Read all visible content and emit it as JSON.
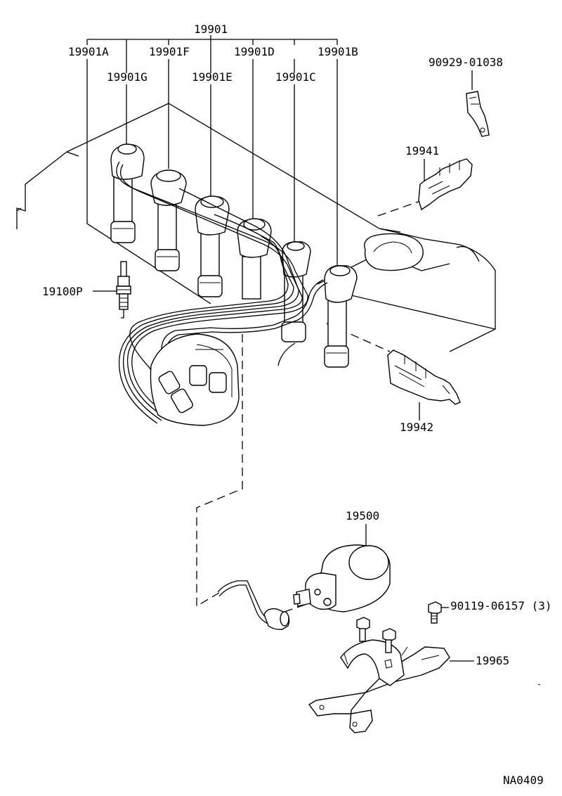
{
  "labels": {
    "main_cord_set": "19901",
    "cord_a": "19901A",
    "cord_b": "19901B",
    "cord_c": "19901C",
    "cord_d": "19901D",
    "cord_e": "19901E",
    "cord_f": "19901F",
    "cord_g": "19901G",
    "clamp_bolt": "90929-01038",
    "clamp_19941": "19941",
    "clamp_19942": "19942",
    "spark_plug": "19100P",
    "ignition_coil": "19500",
    "coil_bolt": "90119-06157 (3)",
    "coil_bracket": "19965",
    "figure_code": "NA0409"
  }
}
